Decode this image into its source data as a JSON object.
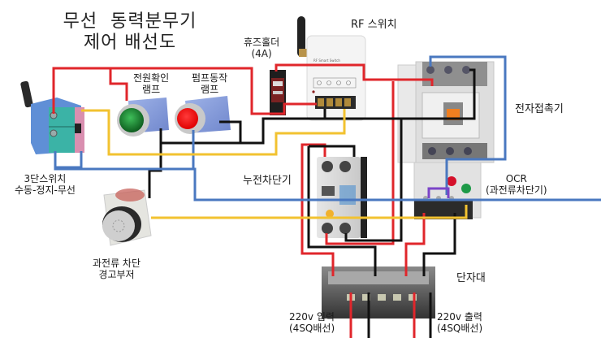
{
  "title": {
    "line1": "무선  동력분무기",
    "line2": "제어 배선도"
  },
  "components": {
    "rf_switch": {
      "label": "RF 스위치",
      "panel_text": "RF Smart Switch"
    },
    "fuse_holder": {
      "label_line1": "휴즈홀더",
      "label_line2": "(4A)"
    },
    "power_lamp": {
      "label_line1": "전원확인",
      "label_line2": "램프",
      "color": "#1a8a2e"
    },
    "pump_lamp": {
      "label_line1": "펌프동작",
      "label_line2": "램프",
      "color": "#ff1010"
    },
    "selector_switch": {
      "label_line1": "3단스위치",
      "label_line2": "수동-정지-무선"
    },
    "contactor": {
      "label": "전자접촉기"
    },
    "ocr": {
      "label_line1": "OCR",
      "label_line2": "(과전류차단기)"
    },
    "elcb": {
      "label": "누전차단기"
    },
    "buzzer": {
      "label_line1": "과전류 차단",
      "label_line2": "경고부저"
    },
    "terminal_block": {
      "label": "단자대"
    },
    "input": {
      "label_line1": "220v 입력",
      "label_line2": "(4SQ배선)"
    },
    "output": {
      "label_line1": "220v 출력",
      "label_line2": "(4SQ배선)"
    }
  },
  "wire_colors": {
    "red": "#e0262b",
    "black": "#111111",
    "blue": "#4a78c0",
    "yellow": "#f2c230",
    "purple": "#7b44c8"
  }
}
